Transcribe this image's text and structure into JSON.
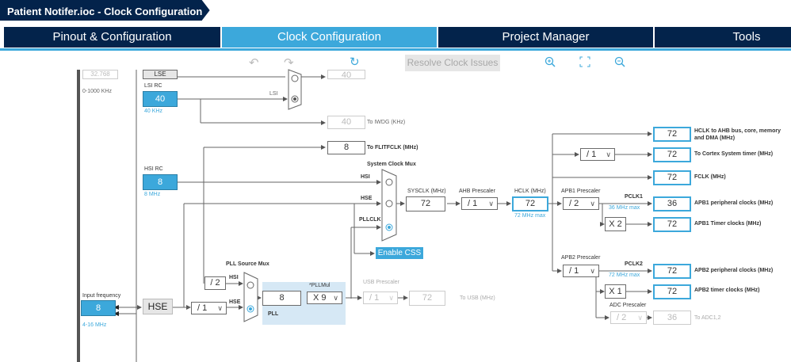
{
  "window": {
    "title": "Patient Notifer.ioc - Clock Configuration"
  },
  "tabs": [
    {
      "label": "Pinout & Configuration"
    },
    {
      "label": "Clock Configuration"
    },
    {
      "label": "Project Manager"
    },
    {
      "label": "Tools"
    }
  ],
  "toolbar": {
    "undo_icon": "undo-icon",
    "redo_icon": "redo-icon",
    "refresh_icon": "refresh-icon",
    "resolve_label": "Resolve Clock Issues",
    "zoom_in_icon": "zoom-in-icon",
    "fit_icon": "fit-icon",
    "zoom_out_icon": "zoom-out-icon"
  },
  "colors": {
    "accent": "#3ca8db",
    "nav": "#03234b"
  },
  "lse": {
    "value_range": "0-1000 KHz"
  },
  "lsi": {
    "label": "LSI RC",
    "value": "40",
    "freq": "40 KHz",
    "mux_label": "LSI"
  },
  "iwdg": {
    "value": "40",
    "label": "To IWDG (KHz)"
  },
  "flitf": {
    "value": "8",
    "label": "To FLITFCLK (MHz)"
  },
  "hsi": {
    "label": "HSI RC",
    "value": "8",
    "freq": "8 MHz"
  },
  "sysmux": {
    "label": "System Clock Mux",
    "in_hsi": "HSI",
    "in_hse": "HSE",
    "in_pll": "PLLCLK"
  },
  "enable_css": "Enable CSS",
  "sysclk": {
    "label": "SYSCLK (MHz)",
    "value": "72"
  },
  "ahb": {
    "label": "AHB Prescaler",
    "value": "/ 1"
  },
  "hclk": {
    "label": "HCLK (MHz)",
    "value": "72",
    "max": "72 MHz max"
  },
  "outputs": {
    "ahb_bus": {
      "value": "72",
      "label": "HCLK to AHB bus, core, memory and DMA (MHz)"
    },
    "systick_div": "/ 1",
    "systick": {
      "value": "72",
      "label": "To Cortex System timer (MHz)"
    },
    "fclk": {
      "value": "72",
      "label": "FCLK (MHz)"
    }
  },
  "apb1": {
    "label": "APB1 Prescaler",
    "value": "/ 2",
    "pclk": "PCLK1",
    "max": "36 MHz max",
    "periph": {
      "value": "36",
      "label": "APB1 peripheral clocks (MHz)"
    },
    "mult": "X 2",
    "timer": {
      "value": "72",
      "label": "APB1 Timer clocks (MHz)"
    }
  },
  "apb2": {
    "label": "APB2 Prescaler",
    "value": "/ 1",
    "pclk": "PCLK2",
    "max": "72 MHz max",
    "periph": {
      "value": "72",
      "label": "APB2 peripheral clocks (MHz)"
    },
    "mult": "X 1",
    "timer": {
      "value": "72",
      "label": "APB2 timer clocks (MHz)"
    }
  },
  "adc": {
    "label": "ADC Prescaler",
    "value": "/ 2",
    "out": "36",
    "out_label": "To ADC1,2"
  },
  "pll": {
    "source_label": "PLL Source Mux",
    "div2": "/ 2",
    "in_hsi": "HSI",
    "in_hse": "HSE",
    "pre_value": "8",
    "mul_label": "*PLLMul",
    "mul_value": "X 9",
    "name": "PLL"
  },
  "usb": {
    "label": "USB Prescaler",
    "value": "/ 1",
    "out": "72",
    "out_label": "To USB (MHz)"
  },
  "input": {
    "label": "Input frequency",
    "value": "8",
    "range": "4-16 MHz"
  },
  "hse": {
    "label": "HSE",
    "div_value": "/ 1"
  }
}
